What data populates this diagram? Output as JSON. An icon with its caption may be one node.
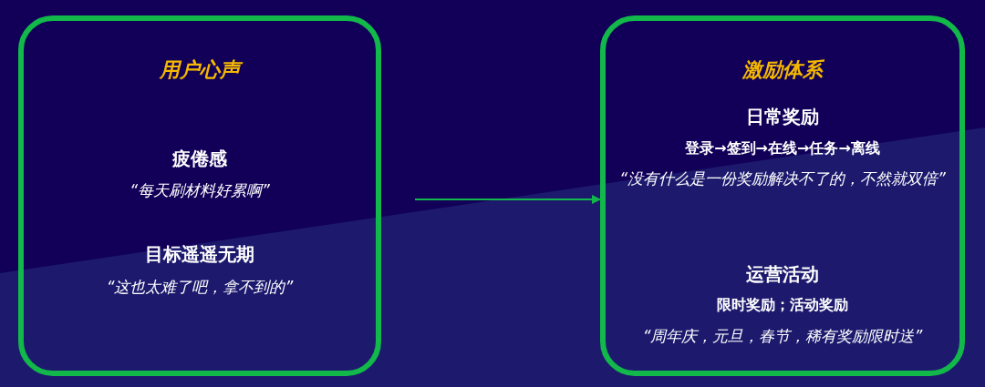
{
  "diagram": {
    "nodes": [
      {
        "text": [
          "用户心声",
          "疲倦感",
          "“每天刷材料好累啊”",
          "目标遥遥无期",
          "“这也太难了吧，拿不到的”"
        ]
      },
      {
        "text": [
          "激励体系",
          "日常奖励",
          "登录→签到→在线→任务→离线",
          "“没有什么是一份奖励解决不了的，不然就双倍”",
          "运营活动",
          "限时奖励；活动奖励",
          "“周年庆，元旦，春节，稀有奖励限时送”"
        ]
      }
    ],
    "edges": [
      {
        "from": 0,
        "to": 1,
        "arrow": "to"
      }
    ]
  }
}
